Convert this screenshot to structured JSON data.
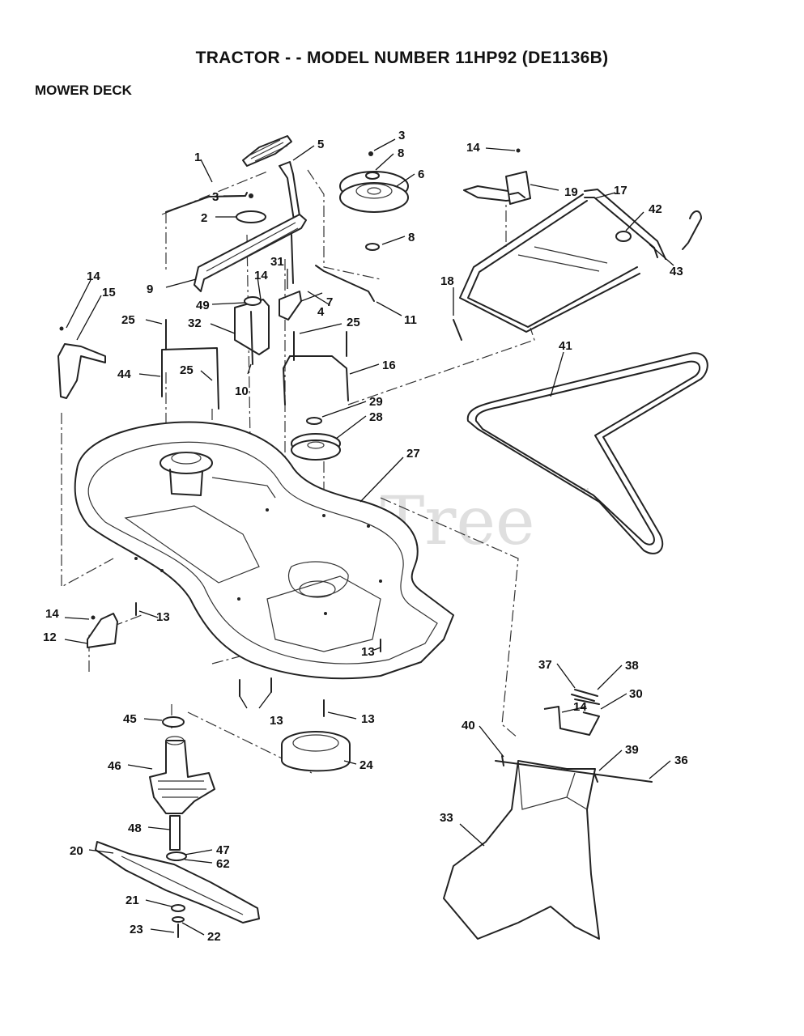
{
  "title": "TRACTOR - - MODEL NUMBER 11HP92 (DE1136B)",
  "subtitle": "MOWER DECK",
  "watermark": "PartsTree",
  "watermark_tm": "™",
  "callouts": {
    "c1": "1",
    "c2": "2",
    "c3a": "3",
    "c3b": "3",
    "c4": "4",
    "c5": "5",
    "c6": "6",
    "c7": "7",
    "c8a": "8",
    "c8b": "8",
    "c9": "9",
    "c10": "10",
    "c11": "11",
    "c12": "12",
    "c13a": "13",
    "c13b": "13",
    "c13c": "13",
    "c13d": "13",
    "c14a": "14",
    "c14b": "14",
    "c14c": "14",
    "c14d": "14",
    "c14e": "14",
    "c15": "15",
    "c16": "16",
    "c17": "17",
    "c18": "18",
    "c19": "19",
    "c20": "20",
    "c21": "21",
    "c22": "22",
    "c23": "23",
    "c24": "24",
    "c25a": "25",
    "c25b": "25",
    "c25c": "25",
    "c27": "27",
    "c28": "28",
    "c29": "29",
    "c30": "30",
    "c31": "31",
    "c32": "32",
    "c33": "33",
    "c36": "36",
    "c37": "37",
    "c38": "38",
    "c39": "39",
    "c40": "40",
    "c41": "41",
    "c42": "42",
    "c43": "43",
    "c44": "44",
    "c45": "45",
    "c46": "46",
    "c47": "47",
    "c48": "48",
    "c49": "49",
    "c62": "62"
  }
}
